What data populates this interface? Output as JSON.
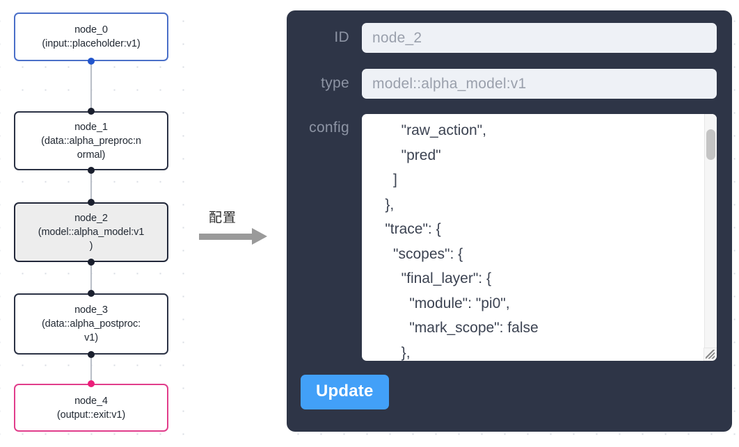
{
  "graph": {
    "nodes": [
      {
        "id": "node_0",
        "label": "node_0\n(input::placeholder:v1)",
        "state": "source"
      },
      {
        "id": "node_1",
        "label": "node_1\n(data::alpha_preproc:n\normal)",
        "state": "normal"
      },
      {
        "id": "node_2",
        "label": "node_2\n(model::alpha_model:v1\n)",
        "state": "selected"
      },
      {
        "id": "node_3",
        "label": "node_3\n(data::alpha_postproc:\nv1)",
        "state": "normal"
      },
      {
        "id": "node_4",
        "label": "node_4\n(output::exit:v1)",
        "state": "sink"
      }
    ],
    "colors": {
      "source_border": "#4a6fc8",
      "sink_border": "#e13d8b",
      "default_border": "#2b3245",
      "selected_fill": "#ededed",
      "edge": "#b9bec7"
    }
  },
  "transition": {
    "label": "配置"
  },
  "panel": {
    "background": "#2e3547",
    "fields": {
      "id": {
        "label": "ID",
        "value": "node_2"
      },
      "type": {
        "label": "type",
        "value": "model::alpha_model:v1"
      },
      "config": {
        "label": "config",
        "value": "        \"raw_action\",\n        \"pred\"\n      ]\n    },\n    \"trace\": {\n      \"scopes\": {\n        \"final_layer\": {\n          \"module\": \"pi0\",\n          \"mark_scope\": false\n        },\n        \"action_model\": {"
      }
    },
    "update_button": {
      "label": "Update",
      "color": "#42a0f8"
    }
  }
}
